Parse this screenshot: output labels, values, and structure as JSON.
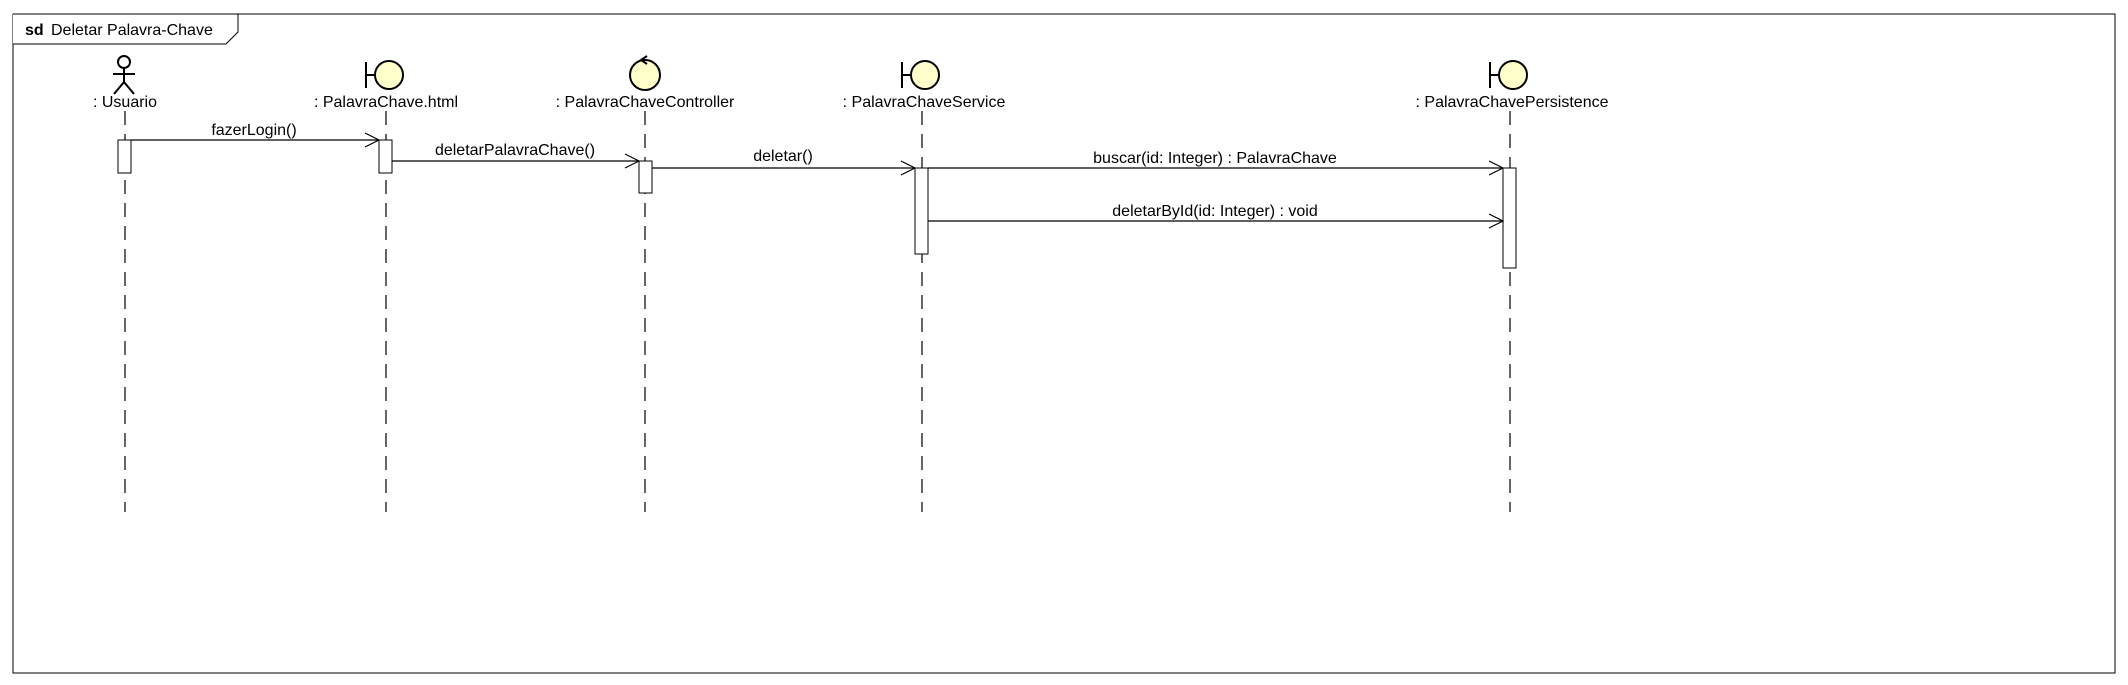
{
  "frame": {
    "keyword": "sd",
    "title": "Deletar Palavra-Chave"
  },
  "colors": {
    "lifeline_head_fill": "#ffffcc",
    "line": "#000000",
    "activation_fill": "#ffffff",
    "frame_border": "#000000"
  },
  "lifelines": [
    {
      "id": "usuario",
      "label": ": Usuario",
      "kind": "actor",
      "icon": "actor-icon"
    },
    {
      "id": "html",
      "label": ": PalavraChave.html",
      "kind": "boundary",
      "icon": "boundary-icon"
    },
    {
      "id": "controller",
      "label": ": PalavraChaveController",
      "kind": "control",
      "icon": "control-icon"
    },
    {
      "id": "service",
      "label": ": PalavraChaveService",
      "kind": "boundary",
      "icon": "boundary-icon"
    },
    {
      "id": "persistence",
      "label": ": PalavraChavePersistence",
      "kind": "boundary",
      "icon": "boundary-icon"
    }
  ],
  "messages": [
    {
      "from": "usuario",
      "to": "html",
      "label": "fazerLogin()"
    },
    {
      "from": "html",
      "to": "controller",
      "label": "deletarPalavraChave()"
    },
    {
      "from": "controller",
      "to": "service",
      "label": "deletar()"
    },
    {
      "from": "service",
      "to": "persistence",
      "label": "buscar(id: Integer) : PalavraChave"
    },
    {
      "from": "service",
      "to": "persistence",
      "label": "deletarById(id: Integer) : void"
    }
  ]
}
